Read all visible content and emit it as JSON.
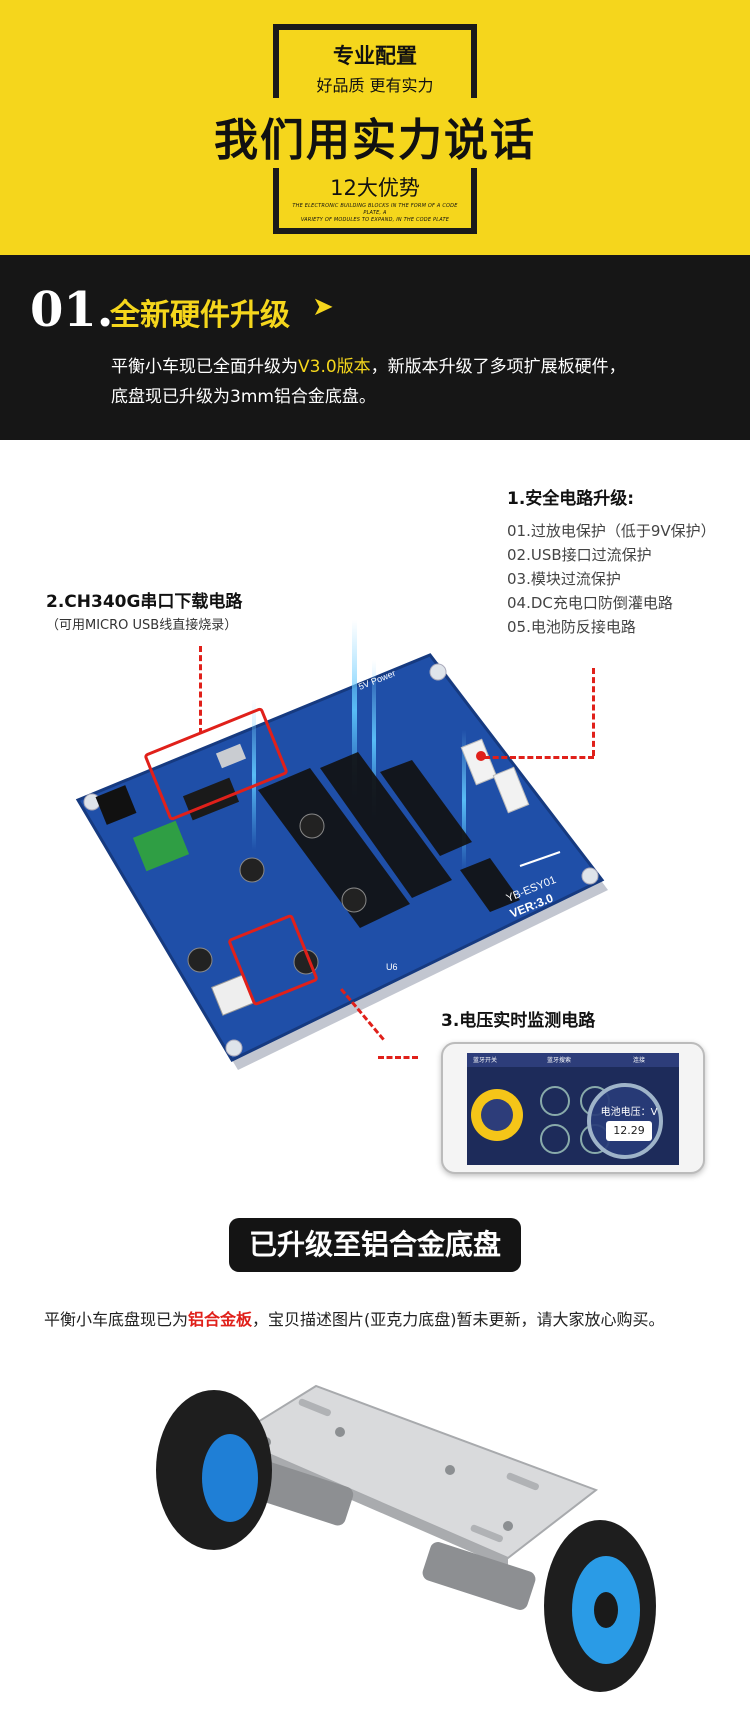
{
  "hero": {
    "tag": "专业配置",
    "subtitle": "好品质 更有实力",
    "title": "我们用实力说话",
    "advantages": "12大优势",
    "tiny_line1": "THE ELECTRONIC BUILDING BLOCKS IN THE FORM OF A CODE PLATE, A",
    "tiny_line2": "VARIETY OF MODULES TO EXPAND, IN THE CODE PLATE"
  },
  "section1": {
    "number": "01.",
    "title": "全新硬件升级",
    "arrow": "➤",
    "text_part1": "平衡小车现已全面升级为",
    "text_highlight": "V3.0版本",
    "text_part2": "，新版本升级了多项扩展板硬件，",
    "text_line2": "底盘现已升级为3mm铝合金底盘。"
  },
  "callouts": {
    "safety_title": "1.安全电路升级:",
    "safety_items": [
      "01.过放电保护（低于9V保护）",
      "02.USB接口过流保护",
      "03.模块过流保护",
      "04.DC充电口防倒灌电路",
      "05.电池防反接电路"
    ],
    "ch340_title": "2.CH340G串口下载电路",
    "ch340_note": "（可用MICRO USB线直接烧录）",
    "voltage_title": "3.电压实时监测电路"
  },
  "board": {
    "silk_power": "5V Power",
    "silk_ver": "VER:3.0",
    "silk_brand": "YB-ESY01",
    "silk_u6": "U6"
  },
  "phone": {
    "bar_left": "蓝牙开关",
    "bar_mid": "蓝牙搜索",
    "bar_right": "连接",
    "mag_label": "电池电压：V",
    "mag_value": "12.29"
  },
  "aluminium": {
    "pill": "已升级至铝合金底盘",
    "text_part1": "平衡小车底盘现已为",
    "text_highlight": "铝合金板",
    "text_part2": "，宝贝描述图片(亚克力底盘)暂未更新，请大家放心购买。"
  },
  "colors": {
    "yellow": "#f5d61c",
    "black": "#161616",
    "red": "#e0201a",
    "pcb_blue": "#1f4fa8"
  }
}
